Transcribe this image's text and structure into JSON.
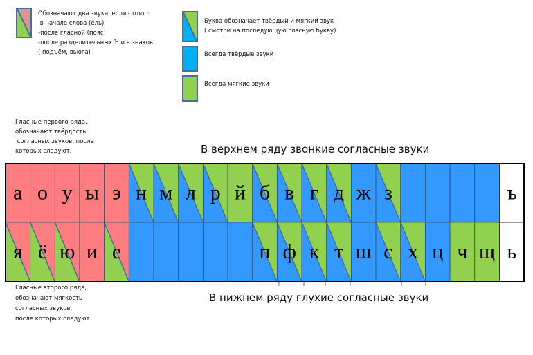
{
  "legend": {
    "two_sounds": {
      "lines": [
        "Обозначают два звука, если стоят :",
        " в начале слова (ель)",
        "-после гласной (пояс)",
        "-после разделительных Ъ и ь знаков",
        "( подъём, вьюга)"
      ]
    },
    "hard_soft": {
      "lines": [
        "Буква обозначает твёрдый и мягкий звук",
        "( смотри на последующую гласную букву)"
      ]
    },
    "always_hard": {
      "label": "Всегда твёрдые звуки"
    },
    "always_soft": {
      "label": "Всегда мягкие звуки"
    }
  },
  "notes": {
    "first_row": [
      "Гласные первого ряда,",
      "обозначают твёрдость",
      " согласных звуков, после",
      "которых следуют."
    ],
    "second_row": [
      "Гласные второго ряда,",
      "обозначают мягкость",
      "согласных звуков,",
      "после которых следуют"
    ]
  },
  "headings": {
    "top": "В верхнем ряду звонкие согласные звуки",
    "bottom": "В нижнем ряду глухие согласные звуки"
  },
  "colors": {
    "red": "#ff7c80",
    "green": "#92d050",
    "blue": "#3399ff",
    "legend_blue": "#00b0f0",
    "legend_red": "#da9694",
    "line": "#41719c"
  },
  "grid": {
    "rows": [
      [
        {
          "letter": "а",
          "fill": "red"
        },
        {
          "letter": "о",
          "fill": "red"
        },
        {
          "letter": "у",
          "fill": "red"
        },
        {
          "letter": "ы",
          "fill": "red"
        },
        {
          "letter": "э",
          "fill": "red"
        },
        {
          "letter": "н",
          "fill": "diag-gb"
        },
        {
          "letter": "м",
          "fill": "diag-gb"
        },
        {
          "letter": "л",
          "fill": "diag-gb"
        },
        {
          "letter": "р",
          "fill": "diag-gb"
        },
        {
          "letter": "й",
          "fill": "green"
        },
        {
          "letter": "б",
          "fill": "diag-gb"
        },
        {
          "letter": "в",
          "fill": "diag-gb"
        },
        {
          "letter": "г",
          "fill": "diag-gb"
        },
        {
          "letter": "д",
          "fill": "diag-gb"
        },
        {
          "letter": "ж",
          "fill": "blue"
        },
        {
          "letter": "з",
          "fill": "diag-gb"
        },
        {
          "letter": "",
          "fill": "blue"
        },
        {
          "letter": "",
          "fill": "blue"
        },
        {
          "letter": "",
          "fill": "blue"
        },
        {
          "letter": "",
          "fill": "blue"
        },
        {
          "letter": "ъ",
          "fill": "white"
        }
      ],
      [
        {
          "letter": "я",
          "fill": "diag-gr"
        },
        {
          "letter": "ё",
          "fill": "diag-gr"
        },
        {
          "letter": "ю",
          "fill": "diag-gr"
        },
        {
          "letter": "и",
          "fill": "red"
        },
        {
          "letter": "е",
          "fill": "diag-gr"
        },
        {
          "letter": "",
          "fill": "blue"
        },
        {
          "letter": "",
          "fill": "blue"
        },
        {
          "letter": "",
          "fill": "blue"
        },
        {
          "letter": "",
          "fill": "blue"
        },
        {
          "letter": "",
          "fill": "blue"
        },
        {
          "letter": "п",
          "fill": "diag-gb"
        },
        {
          "letter": "ф",
          "fill": "diag-gb"
        },
        {
          "letter": "к",
          "fill": "diag-gb"
        },
        {
          "letter": "т",
          "fill": "diag-gb"
        },
        {
          "letter": "ш",
          "fill": "blue"
        },
        {
          "letter": "с",
          "fill": "diag-gb"
        },
        {
          "letter": "х",
          "fill": "diag-gb"
        },
        {
          "letter": "ц",
          "fill": "blue"
        },
        {
          "letter": "ч",
          "fill": "green"
        },
        {
          "letter": "щ",
          "fill": "green"
        },
        {
          "letter": "ь",
          "fill": "white"
        }
      ]
    ]
  }
}
